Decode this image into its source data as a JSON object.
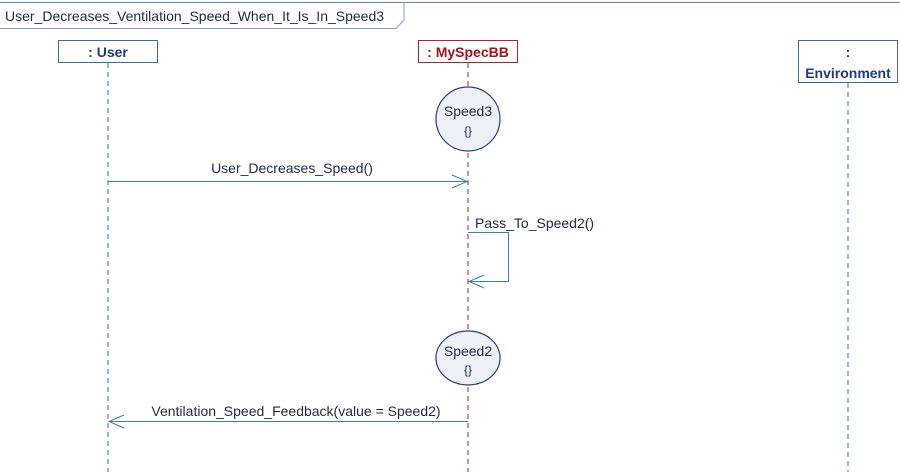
{
  "frame": {
    "title": "User_Decreases_Ventilation_Speed_When_It_Is_In_Speed3"
  },
  "lifelines": {
    "user": {
      "label": ": User"
    },
    "system": {
      "label": ": MySpecBB"
    },
    "environment": {
      "label_line1": ":",
      "label_line2": "Environment"
    }
  },
  "states": {
    "first": {
      "name": "Speed3",
      "body": "{}"
    },
    "second": {
      "name": "Speed2",
      "body": "{}"
    }
  },
  "messages": {
    "user_decreases": {
      "label": "User_Decreases_Speed()"
    },
    "pass_to": {
      "label": "Pass_To_Speed2()"
    },
    "feedback": {
      "label": "Ventilation_Speed_Feedback(value = Speed2)"
    }
  },
  "colors": {
    "frame_line": "#5a83b8",
    "lifeline_blue": "#3b6ea8",
    "lifeline_red": "#b21f2d",
    "system_text": "#a0141e",
    "user_text": "#1f3d7a",
    "message_line": "#3b7fb3",
    "state_fill": "#eef0f8",
    "state_stroke": "#2c3e73"
  }
}
